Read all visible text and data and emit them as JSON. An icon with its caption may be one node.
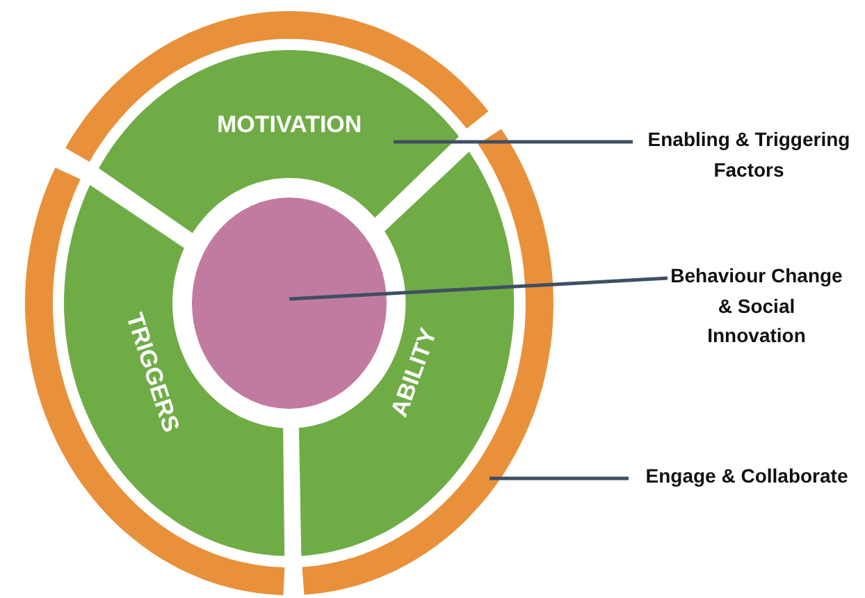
{
  "diagram": {
    "nodes": [
      {
        "text": [],
        "shape": "circle"
      },
      {
        "text": [
          "MOTIVATION"
        ],
        "in": 0
      },
      {
        "text": [
          "TRIGGERS"
        ],
        "in": 0
      },
      {
        "text": [
          "ABILITY"
        ],
        "in": 0
      },
      {
        "text": [],
        "shape": "circle",
        "in": 0
      },
      {
        "text": [
          "Enabling & Triggering Factors"
        ]
      },
      {
        "text": [
          "Behaviour Change & Social Innovation"
        ]
      },
      {
        "text": [
          "Engage & Collaborate"
        ]
      }
    ],
    "edges": [
      {
        "from": 5,
        "to": 1,
        "arrow": "none"
      },
      {
        "from": 6,
        "to": 4,
        "arrow": "none"
      },
      {
        "from": 7,
        "to": 0,
        "arrow": "none"
      }
    ]
  }
}
